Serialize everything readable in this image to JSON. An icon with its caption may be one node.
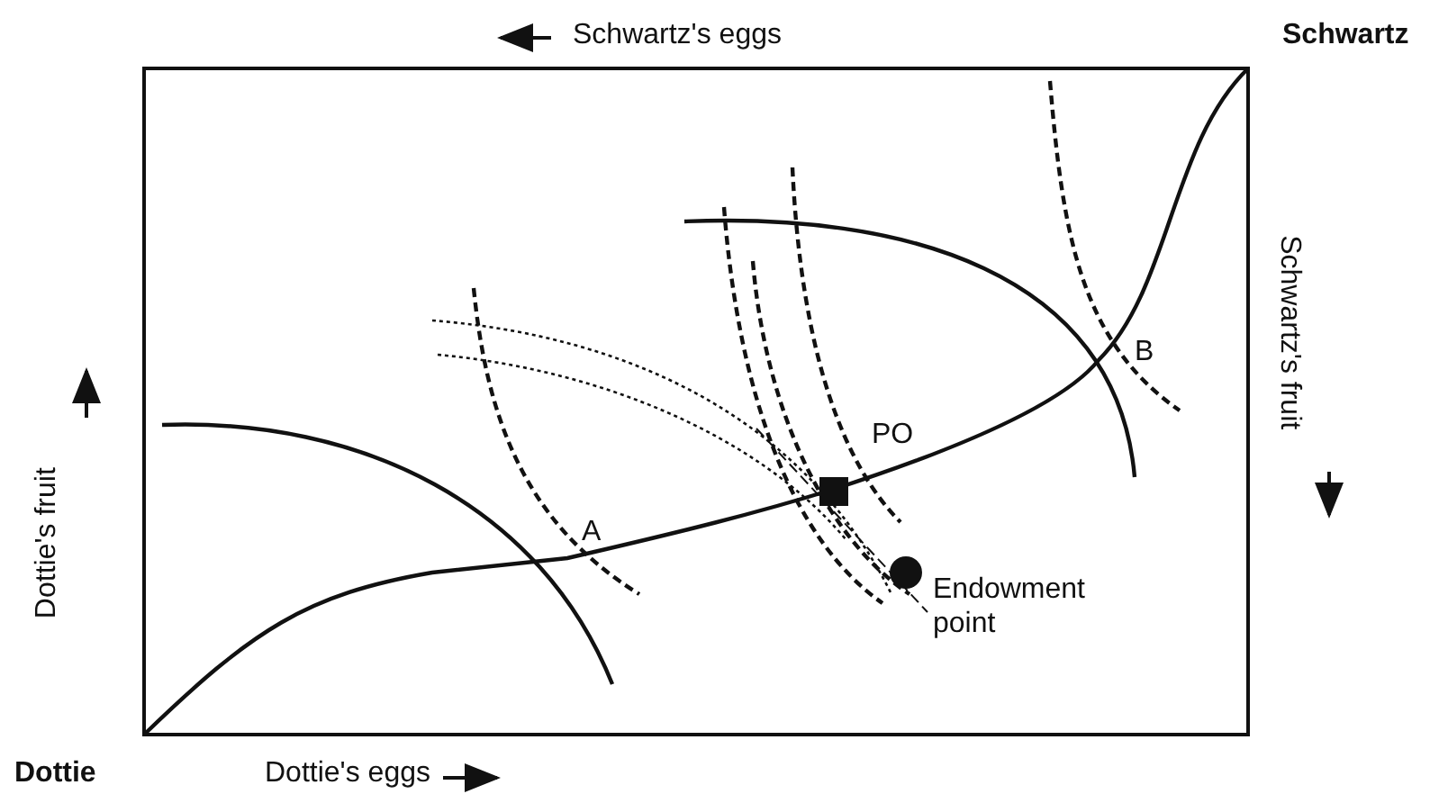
{
  "diagram": {
    "labels": [
      "Schwartz's eggs",
      "Schwartz",
      "Schwartz's fruit",
      "Dottie's fruit",
      "B",
      "PO",
      "A",
      "Endowment point",
      "Dottie",
      "Dottie's eggs"
    ]
  }
}
